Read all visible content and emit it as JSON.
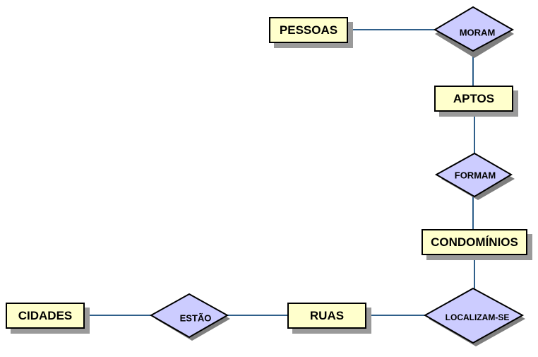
{
  "diagram": {
    "entities": {
      "pessoas": "PESSOAS",
      "aptos": "APTOS",
      "condominios": "CONDOMÍNIOS",
      "ruas": "RUAS",
      "cidades": "CIDADES"
    },
    "relationships": {
      "moram": "MORAM",
      "formam": "FORMAM",
      "localizam_se": "LOCALIZAM-SE",
      "estao": "ESTÃO"
    }
  },
  "colors": {
    "entity_fill": "#ffffcc",
    "relationship_fill": "#ccccff",
    "connector": "#2f5f8a",
    "shadow": "#9a9a9a"
  }
}
